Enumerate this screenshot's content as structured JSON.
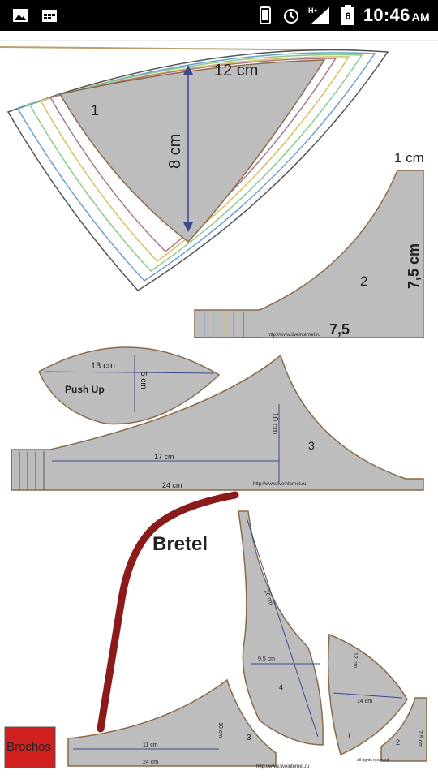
{
  "status_bar": {
    "time": "10:46",
    "ampm": "AM",
    "network": "H+",
    "sim_badge": "6",
    "icons": [
      "image-icon",
      "calendar-icon",
      "phone-icon",
      "alarm-icon",
      "signal-icon",
      "battery-icon"
    ]
  },
  "pattern": {
    "piece1": {
      "number": "1",
      "width": "12 cm",
      "height": "8 cm"
    },
    "piece2": {
      "number": "2",
      "top": "1 cm",
      "height": "7,5 cm",
      "bottom": "7,5"
    },
    "pushup": {
      "title": "Push Up",
      "width": "13 cm",
      "height": "5 cm"
    },
    "piece3": {
      "number": "3",
      "inner": "17 cm",
      "outer": "24 cm",
      "height": "10 cm"
    },
    "strap_label": "Bretel",
    "closure_label": "Brochos",
    "lower": {
      "tall_piece": "4",
      "cup1": "1",
      "cup2": "2",
      "band": "3",
      "band_inner": "11 cm",
      "band_outer": "24 cm",
      "band_height": "10 cm",
      "tall_len": "26 cm",
      "tall_w": "9,5 cm",
      "cup_h": "12 cm",
      "cup_w": "14 cm",
      "small_h": "7,5 cm"
    },
    "watermark": "http://www.liveinternet.ru",
    "rights": "all rights reserved"
  }
}
